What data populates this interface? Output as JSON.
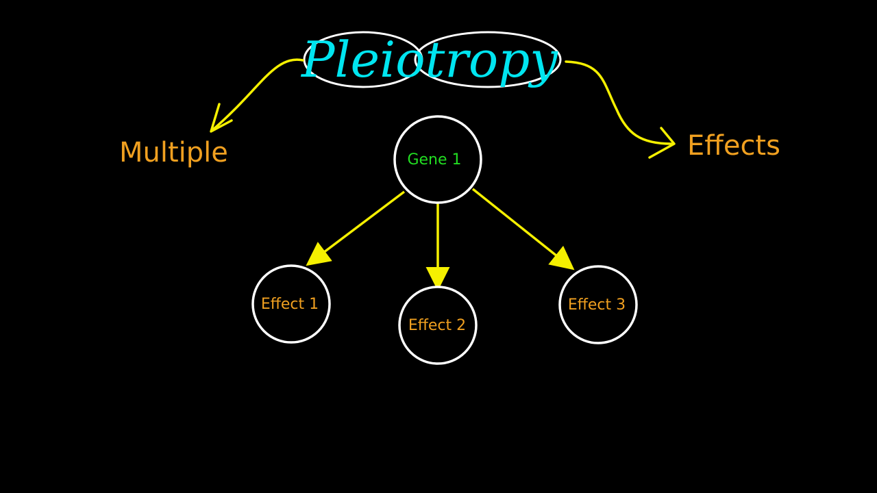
{
  "title": "Pleiotropy",
  "left_word": "Multiple",
  "right_word": "Effects",
  "gene": {
    "label": "Gene 1"
  },
  "effects": [
    {
      "label": "Effect 1"
    },
    {
      "label": "Effect 2"
    },
    {
      "label": "Effect 3"
    }
  ],
  "colors": {
    "background": "#000000",
    "title": "#00e5f0",
    "gene_label": "#22dd22",
    "effect_label": "#f0a020",
    "side_words": "#f0a020",
    "arrows": "#f5f000",
    "outlines": "#ffffff"
  }
}
